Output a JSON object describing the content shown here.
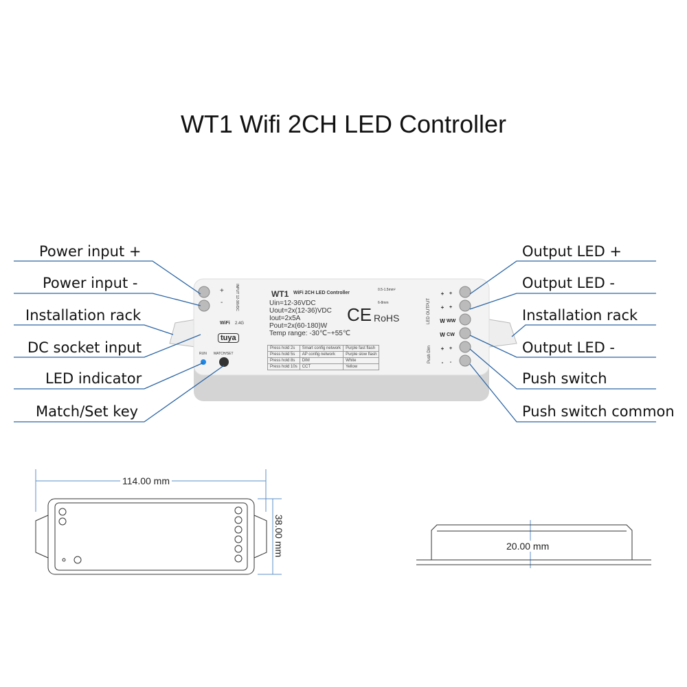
{
  "title": "WT1 Wifi 2CH LED Controller",
  "left_labels": [
    "Power input +",
    "Power input -",
    "Installation rack",
    "DC socket input",
    "LED indicator",
    "Match/Set key"
  ],
  "right_labels": [
    "Output LED +",
    "Output LED -",
    "Installation rack",
    "Output LED -",
    "Push switch",
    "Push switch common"
  ],
  "device": {
    "model": "WT1",
    "name": "WiFi 2CH LED Controller",
    "specs": [
      "Uin=12-36VDC",
      "Uout=2x(12-36)VDC",
      "Iout=2x5A",
      "Pout=2x(60-180)W",
      "Temp range: -30℃~+55℃"
    ],
    "wire_spec": "0.5-1.5mm²",
    "strip_len": "6-8mm",
    "input_label": "INPUT 12-36VDC",
    "plus": "+",
    "minus": "-",
    "wifi": "WiFi",
    "band": "2.4G",
    "brand": "tuya",
    "run": "RUN",
    "match_set": "MATCH/SET",
    "cert_ce": "CE",
    "cert_rohs": "RoHS",
    "led_output": "LED OUTPUT",
    "push_dim": "Push Dim",
    "channels_a": [
      "+",
      "+",
      "W",
      "W",
      "+",
      "-"
    ],
    "channels_b": [
      "+",
      "+",
      "WW",
      "CW",
      "+",
      "-"
    ],
    "table": [
      [
        "Press hold 2s",
        "Smart config network",
        "Purple fast flash"
      ],
      [
        "Press hold 5s",
        "AP config network",
        "Purple slow flash"
      ],
      [
        "Press hold 8s",
        "DIM",
        "White"
      ],
      [
        "Press hold 10s",
        "CCT",
        "Yellow"
      ]
    ],
    "led_color": "#1e88e5"
  },
  "dimensions": {
    "length": "114.00 mm",
    "width": "38.00 mm",
    "height": "20.00 mm"
  },
  "line_color": "#2a64a4"
}
